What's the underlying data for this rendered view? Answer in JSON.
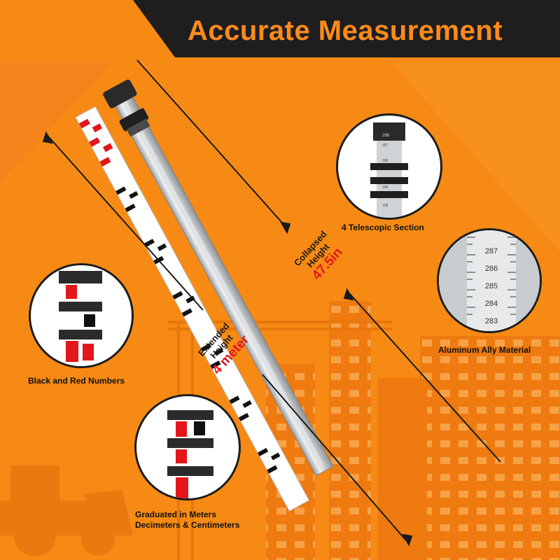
{
  "banner": {
    "title": "Accurate Measurement"
  },
  "callouts": {
    "telescopic": {
      "caption": "4 Telescopic Section",
      "scale_labels": [
        "298",
        "397",
        "298",
        "198",
        "108"
      ]
    },
    "aluminum": {
      "caption": "Aluminum Ally Material",
      "scale_labels": [
        "287",
        "286",
        "285",
        "284",
        "283"
      ]
    },
    "numbers": {
      "caption": "Black and Red Numbers"
    },
    "graduated": {
      "caption_line1": "Graduated in Meters",
      "caption_line2": "Decimeters & Centimeters"
    }
  },
  "collapsed": {
    "line1": "Collapsed",
    "line2": "Height",
    "value": "47.5in"
  },
  "extended": {
    "line1": "Extended",
    "line2": "Height",
    "value": "4 meter"
  },
  "colors": {
    "background": "#f78a14",
    "banner": "#1e1e1e",
    "title": "#ff8a1c",
    "accent_red": "#e3161b"
  }
}
